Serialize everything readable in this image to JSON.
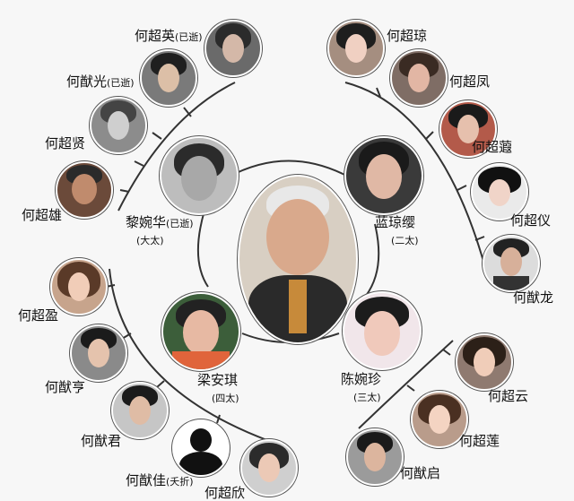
{
  "center": {
    "name": "",
    "icon": "patriarch-portrait"
  },
  "wives": [
    {
      "name": "黎婉华",
      "note": "(已逝)",
      "rank": "(大太)",
      "icon": "portrait-icon"
    },
    {
      "name": "蓝琼缨",
      "rank": "(二太)",
      "icon": "portrait-icon"
    },
    {
      "name": "陈婉珍",
      "rank": "(三太)",
      "icon": "portrait-icon"
    },
    {
      "name": "梁安琪",
      "rank": "(四太)",
      "icon": "portrait-icon"
    }
  ],
  "children": [
    {
      "name": "何超英",
      "note": "(已逝)"
    },
    {
      "name": "何猷光",
      "note": "(已逝)"
    },
    {
      "name": "何超贤",
      "note": ""
    },
    {
      "name": "何超雄",
      "note": ""
    },
    {
      "name": "何超琼",
      "note": ""
    },
    {
      "name": "何超凤",
      "note": ""
    },
    {
      "name": "何超蕸",
      "note": ""
    },
    {
      "name": "何超仪",
      "note": ""
    },
    {
      "name": "何猷龙",
      "note": ""
    },
    {
      "name": "何超盈",
      "note": ""
    },
    {
      "name": "何猷亨",
      "note": ""
    },
    {
      "name": "何猷君",
      "note": ""
    },
    {
      "name": "何猷佳",
      "note": "(夭折)"
    },
    {
      "name": "何超欣",
      "note": ""
    },
    {
      "name": "何超云",
      "note": ""
    },
    {
      "name": "何超莲",
      "note": ""
    },
    {
      "name": "何猷启",
      "note": ""
    }
  ],
  "colors": {
    "line": "#333333",
    "background": "#f7f7f7"
  }
}
